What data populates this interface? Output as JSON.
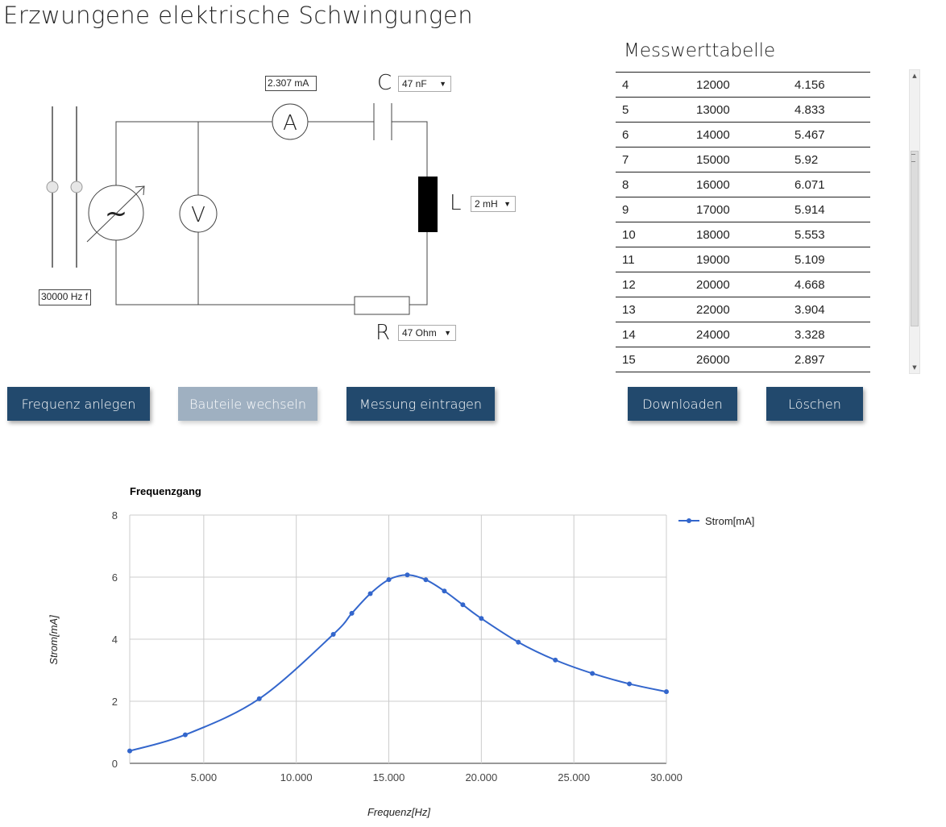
{
  "page": {
    "title": "Erzwungene elektrische Schwingungen"
  },
  "circuit": {
    "ammeter_reading": "2.307 mA",
    "frequency_input": "30000 Hz f",
    "ammeter_symbol": "A",
    "voltmeter_symbol": "V",
    "source_symbol": "~",
    "capacitor": {
      "letter": "C",
      "selected": "47 nF"
    },
    "inductor": {
      "letter": "L",
      "selected": "2 mH"
    },
    "resistor": {
      "letter": "R",
      "selected": "47 Ohm"
    }
  },
  "table": {
    "title": "Messwerttabelle",
    "rows": [
      [
        "4",
        "12000",
        "4.156"
      ],
      [
        "5",
        "13000",
        "4.833"
      ],
      [
        "6",
        "14000",
        "5.467"
      ],
      [
        "7",
        "15000",
        "5.92"
      ],
      [
        "8",
        "16000",
        "6.071"
      ],
      [
        "9",
        "17000",
        "5.914"
      ],
      [
        "10",
        "18000",
        "5.553"
      ],
      [
        "11",
        "19000",
        "5.109"
      ],
      [
        "12",
        "20000",
        "4.668"
      ],
      [
        "13",
        "22000",
        "3.904"
      ],
      [
        "14",
        "24000",
        "3.328"
      ],
      [
        "15",
        "26000",
        "2.897"
      ]
    ]
  },
  "buttons": {
    "frequency": "Frequenz anlegen",
    "swap": "Bauteile wechseln",
    "record": "Messung eintragen",
    "download": "Downloaden",
    "clear": "Löschen"
  },
  "colors": {
    "button": "#22496d",
    "button_disabled": "#9fb0c1",
    "series": "#3366cc"
  },
  "chart_data": {
    "type": "line",
    "title": "Frequenzgang",
    "xlabel": "Frequenz[Hz]",
    "ylabel": "Strom[mA]",
    "xlim": [
      1000,
      30000
    ],
    "ylim": [
      0,
      8
    ],
    "xticks": [
      5000,
      10000,
      15000,
      20000,
      25000,
      30000
    ],
    "xtick_labels": [
      "5.000",
      "10.000",
      "15.000",
      "20.000",
      "25.000",
      "30.000"
    ],
    "yticks": [
      0,
      2,
      4,
      6,
      8
    ],
    "ytick_labels": [
      "0",
      "2",
      "4",
      "6",
      "8"
    ],
    "legend_position": "right",
    "grid": true,
    "series": [
      {
        "name": "Strom[mA]",
        "x": [
          1000,
          4000,
          8000,
          12000,
          13000,
          14000,
          15000,
          16000,
          17000,
          18000,
          19000,
          20000,
          22000,
          24000,
          26000,
          28000,
          30000
        ],
        "y": [
          0.4,
          0.92,
          2.08,
          4.156,
          4.833,
          5.467,
          5.92,
          6.071,
          5.914,
          5.553,
          5.109,
          4.668,
          3.904,
          3.328,
          2.897,
          2.56,
          2.307
        ]
      }
    ]
  }
}
